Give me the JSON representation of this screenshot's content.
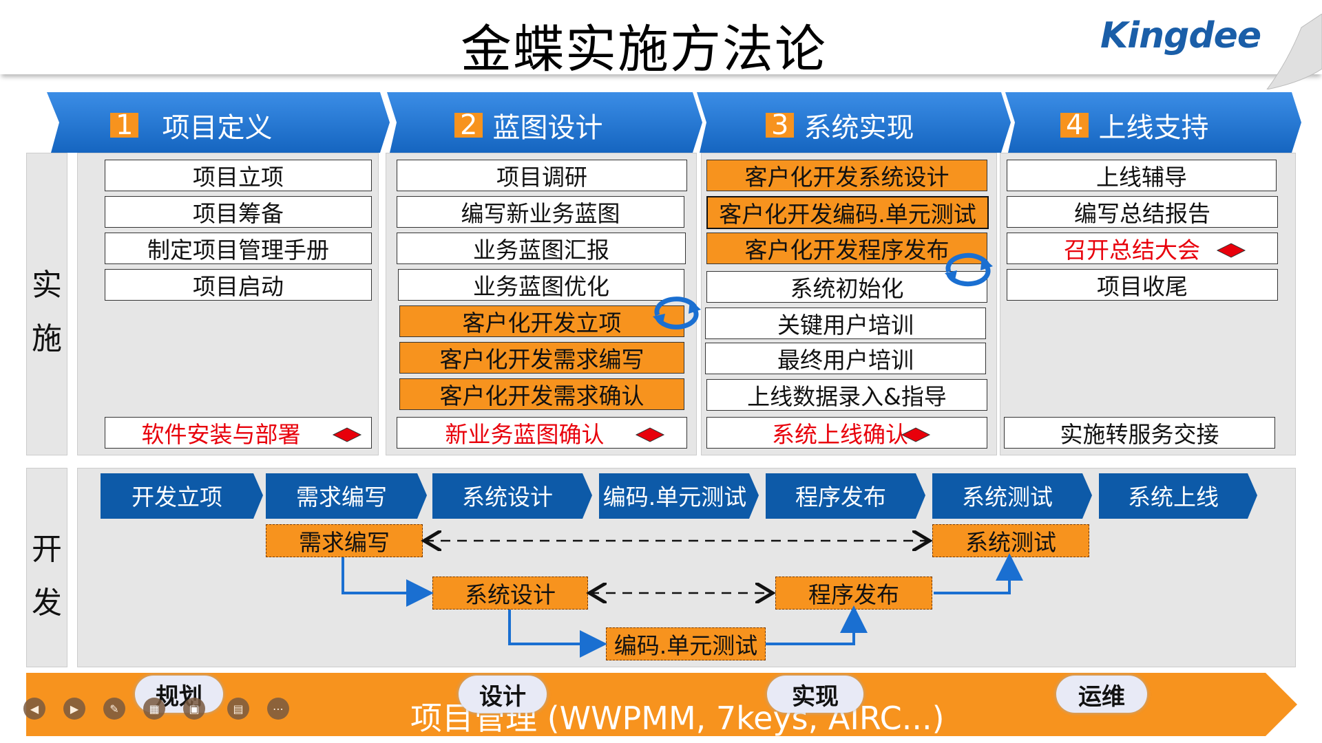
{
  "title": "金蝶实施方法论",
  "logo": "Kingdee",
  "colors": {
    "header_blue": "#1a6fd1",
    "orange": "#f7931e",
    "red_text": "#e8000b",
    "panel_gray": "#e6e6e6",
    "chevron_blue": "#0d5aa8"
  },
  "phases": [
    {
      "num": "1",
      "name": "项目定义"
    },
    {
      "num": "2",
      "name": "蓝图设计"
    },
    {
      "num": "3",
      "name": "系统实现"
    },
    {
      "num": "4",
      "name": "上线支持"
    }
  ],
  "side_labels": {
    "implement": [
      "实",
      "施"
    ],
    "develop": [
      "开",
      "发"
    ]
  },
  "columns": [
    {
      "tasks": [
        "项目立项",
        "项目筹备",
        "制定项目管理手册",
        "项目启动"
      ],
      "milestone": "软件安装与部署"
    },
    {
      "tasks": [
        "项目调研",
        "编写新业务蓝图",
        "业务蓝图汇报",
        "业务蓝图优化",
        "客户化开发立项",
        "客户化开发需求编写",
        "客户化开发需求确认"
      ],
      "milestone": "新业务蓝图确认"
    },
    {
      "tasks": [
        "客户化开发系统设计",
        "客户化开发编码.单元测试",
        "客户化开发程序发布",
        "系统初始化",
        "关键用户培训",
        "最终用户培训",
        "上线数据录入&指导"
      ],
      "milestone": "系统上线确认"
    },
    {
      "tasks": [
        "上线辅导",
        "编写总结报告",
        "召开总结大会",
        "项目收尾"
      ],
      "milestone": "实施转服务交接"
    }
  ],
  "dev_chevrons": [
    "开发立项",
    "需求编写",
    "系统设计",
    "编码.单元测试",
    "程序发布",
    "系统测试",
    "系统上线"
  ],
  "dev_flow": {
    "req": "需求编写",
    "test": "系统测试",
    "design": "系统设计",
    "release": "程序发布",
    "coding": "编码.单元测试"
  },
  "project_management": "项目管理 (WWPMM, 7keys, AIRC...)",
  "phase_ovals": [
    "规划",
    "设计",
    "实现",
    "运维"
  ],
  "controls": [
    "prev-icon",
    "play-icon",
    "pen-icon",
    "grid-icon",
    "camera-icon",
    "comment-icon",
    "more-icon"
  ]
}
